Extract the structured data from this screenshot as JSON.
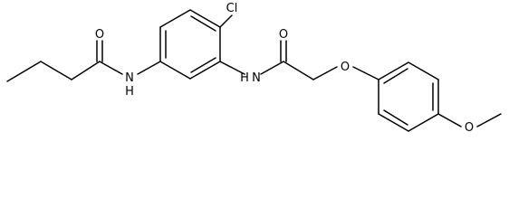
{
  "molecule": {
    "atoms": {
      "cl": "Cl",
      "o_butanoyl": "O",
      "nh_butanamide": "N",
      "h_butanamide": "H",
      "o_acetyl": "O",
      "nh_acetamide": "N",
      "h_acetamide": "H",
      "o_ether": "O",
      "o_methoxy": "O"
    }
  },
  "colors": {
    "bond": "#000000",
    "label": "#000000",
    "background": "#ffffff"
  }
}
